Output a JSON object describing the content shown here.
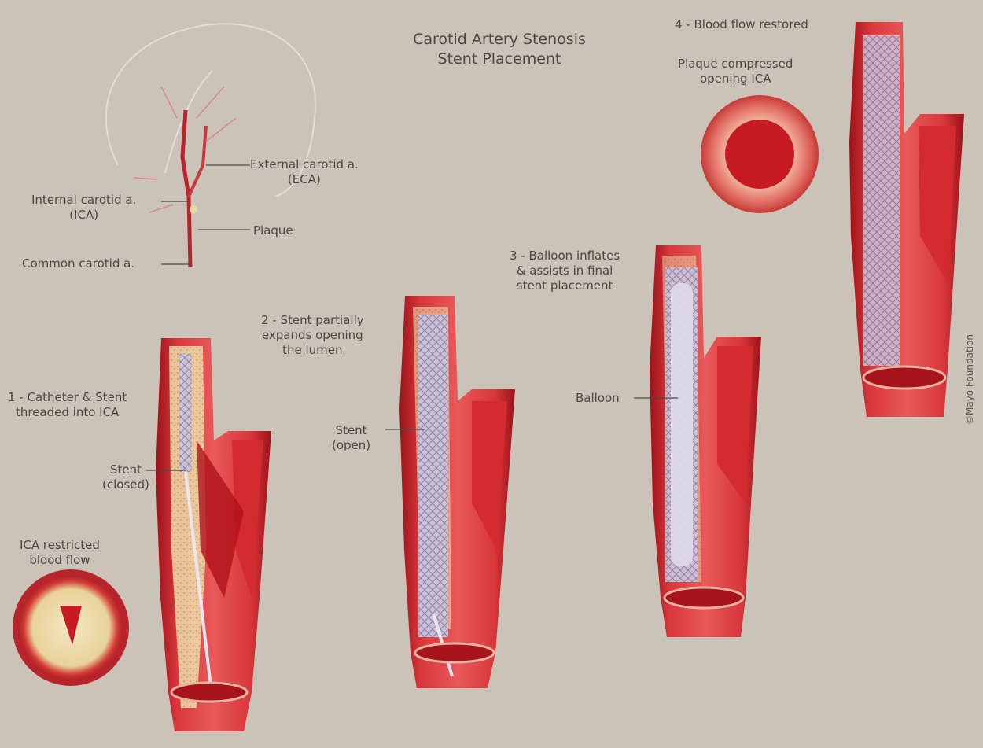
{
  "title": {
    "line1": "Carotid Artery Stenosis",
    "line2": "Stent Placement"
  },
  "anatomy_labels": {
    "external_carotid": "External carotid a.",
    "external_abbrev": "(ECA)",
    "internal_carotid": "Internal carotid a.",
    "internal_abbrev": "(ICA)",
    "plaque": "Plaque",
    "common_carotid": "Common carotid a."
  },
  "steps": [
    {
      "heading_line1": "1 - Catheter & Stent",
      "heading_line2": "threaded into ICA",
      "callout_line1": "Stent",
      "callout_line2": "(closed)"
    },
    {
      "heading_line1": "2 - Stent partially",
      "heading_line2": "expands opening",
      "heading_line3": "the lumen",
      "callout_line1": "Stent",
      "callout_line2": "(open)"
    },
    {
      "heading_line1": "3 - Balloon inflates",
      "heading_line2": "& assists in final",
      "heading_line3": "stent placement",
      "callout_line1": "Balloon"
    },
    {
      "heading_line1": "4 - Blood flow restored",
      "subheading_line1": "Plaque compressed",
      "subheading_line2": "opening ICA"
    }
  ],
  "cross_sections": {
    "restricted_line1": "ICA restricted",
    "restricted_line2": "blood flow"
  },
  "credit": "©Mayo Foundation",
  "colors": {
    "background": "#cbc3b8",
    "artery_red": "#c8202a",
    "artery_dark": "#8e0f16",
    "plaque_yellow": "#e9d9a6",
    "stent_lavender": "#c9c4de",
    "label_text": "#4a4744"
  }
}
